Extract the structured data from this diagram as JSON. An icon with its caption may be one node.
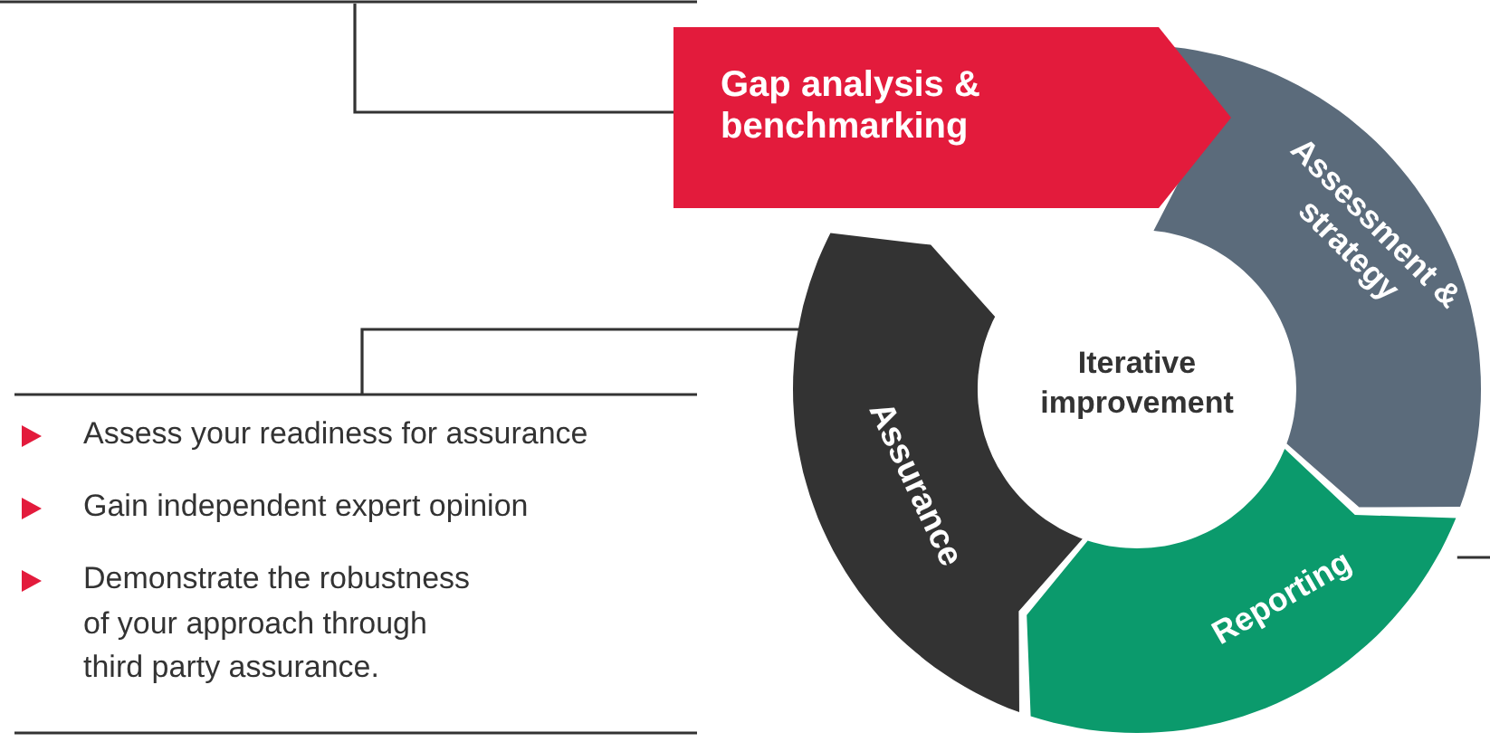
{
  "diagram": {
    "nodes": [
      {
        "text": [
          "Gap analysis & benchmarking"
        ]
      },
      {
        "text": [
          "Assessment & strategy"
        ]
      },
      {
        "text": [
          "Reporting"
        ]
      },
      {
        "text": [
          "Assurance"
        ]
      },
      {
        "text": [
          "Iterative improvement"
        ]
      },
      {
        "text": [
          "Assess your readiness for assurance",
          "Gain independent expert opinion",
          "Demonstrate the robustness of your approach through third party assurance."
        ]
      }
    ],
    "edges": [
      {
        "from": null,
        "to": 0,
        "arrow": "none"
      },
      {
        "from": 5,
        "to": 3,
        "arrow": "none"
      },
      {
        "from": 2,
        "to": null,
        "arrow": "none"
      }
    ]
  }
}
